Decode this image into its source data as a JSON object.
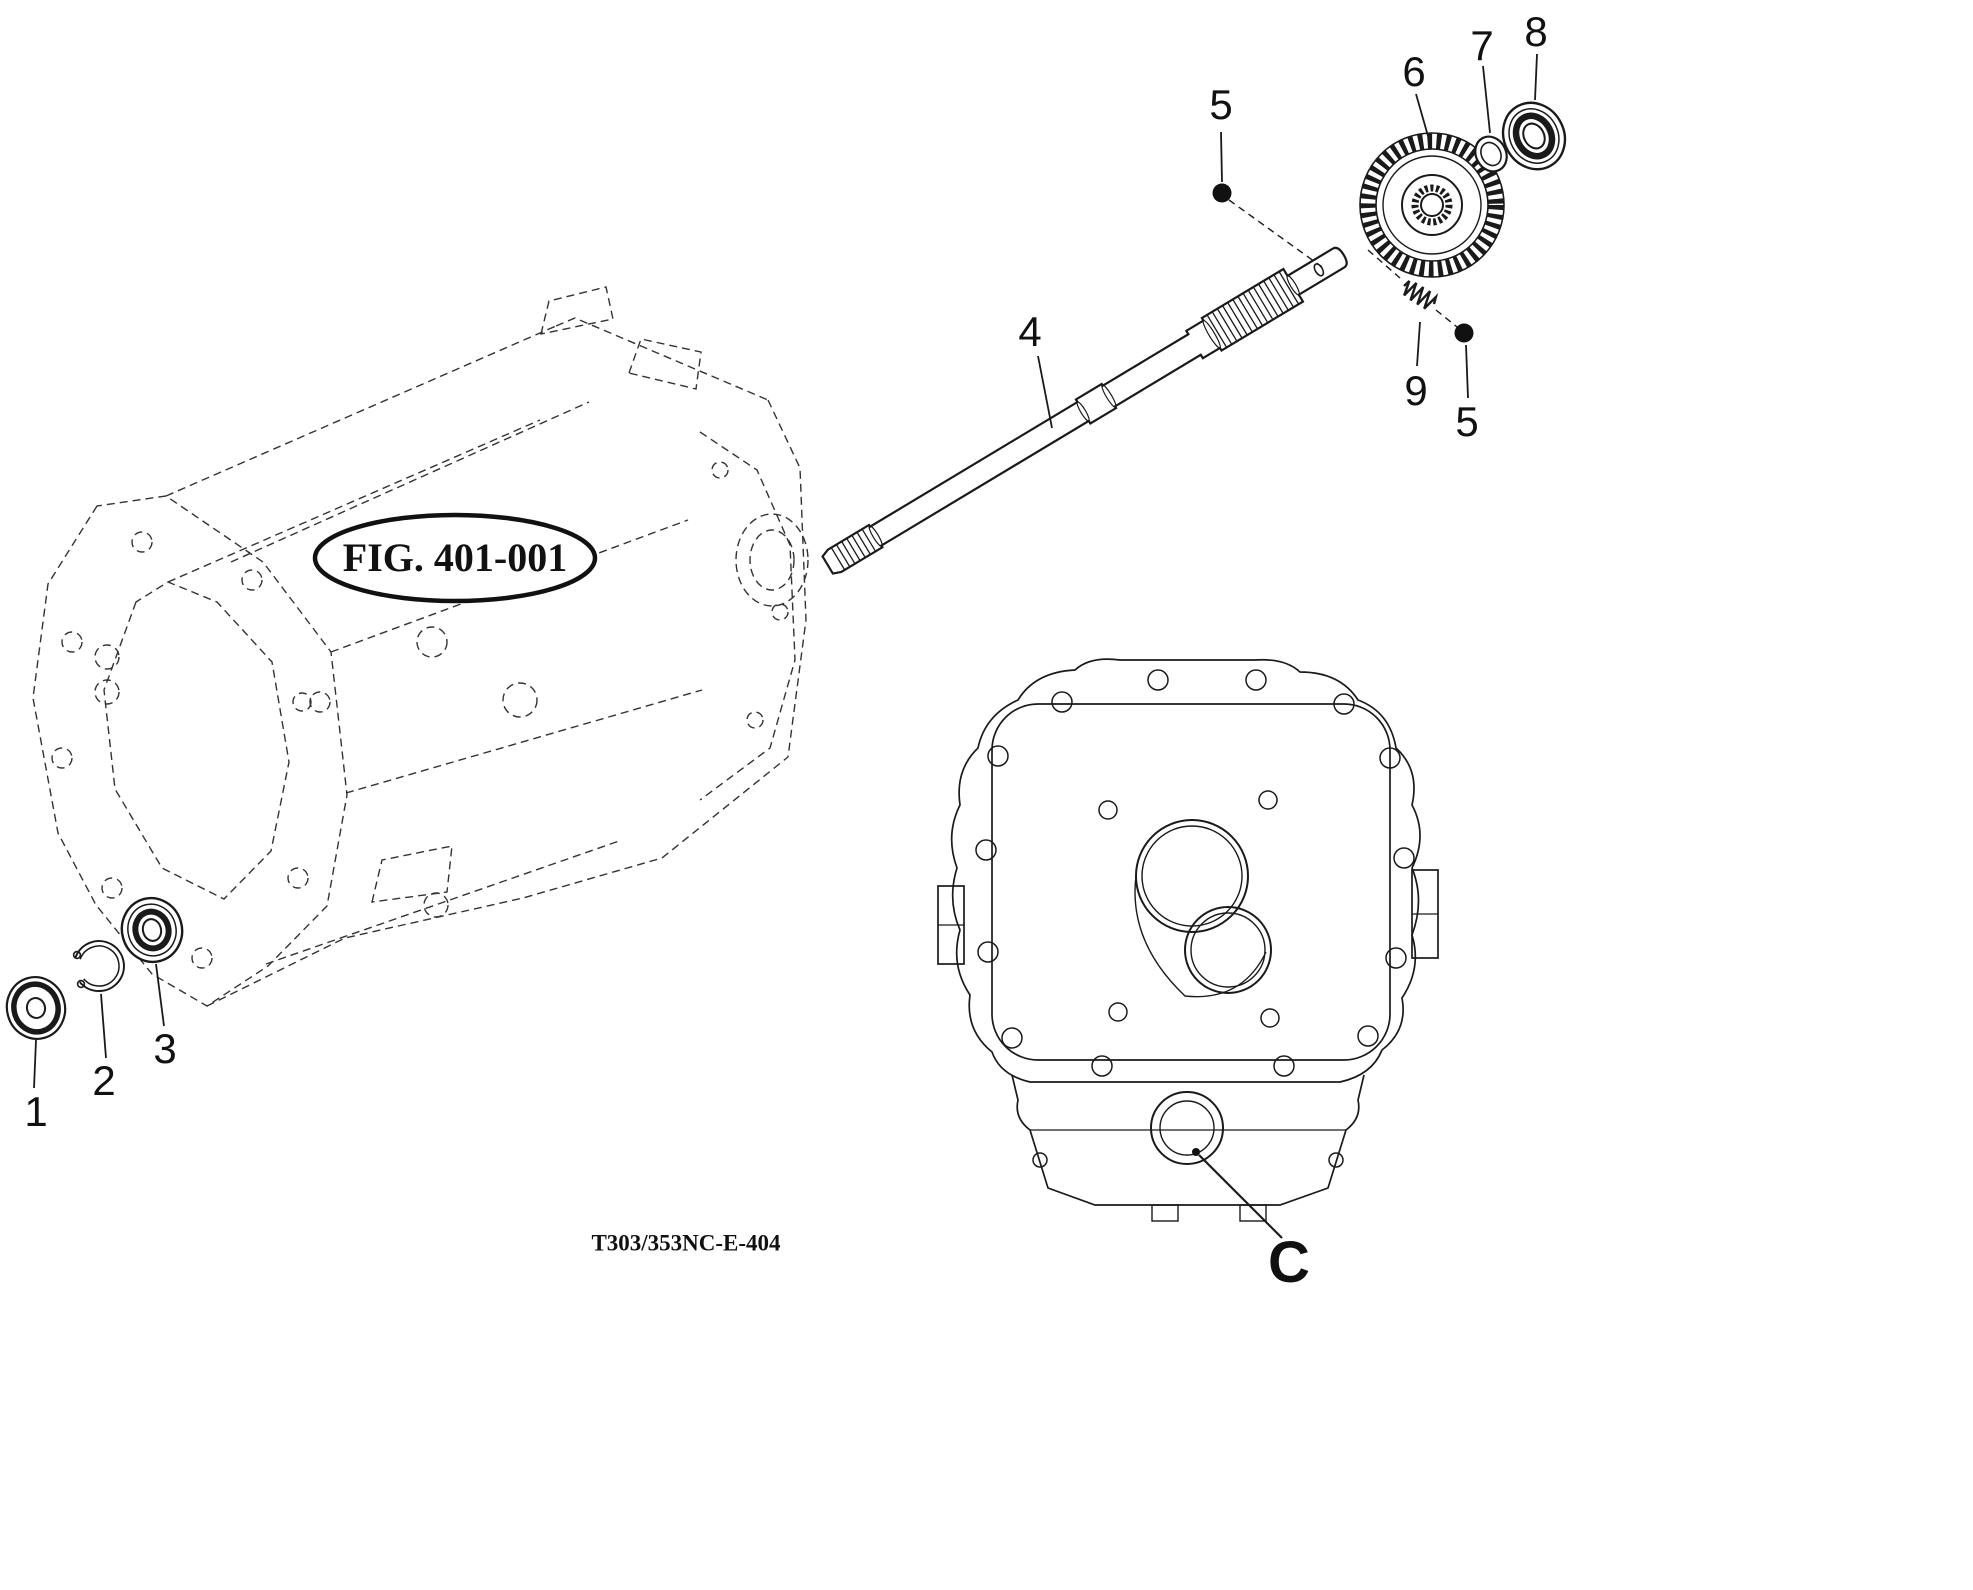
{
  "figure": {
    "fig_label": "FIG. 401-001",
    "footer_code": "T303/353NC-E-404",
    "detail_label": "C"
  },
  "callouts": {
    "part1": "1",
    "part2": "2",
    "part3": "3",
    "part4": "4",
    "part5_top": "5",
    "part5_bottom": "5",
    "part6": "6",
    "part7": "7",
    "part8": "8",
    "part9": "9"
  },
  "colors": {
    "line": "#1a1a1a",
    "housing_line": "#333333",
    "background": "#ffffff"
  }
}
